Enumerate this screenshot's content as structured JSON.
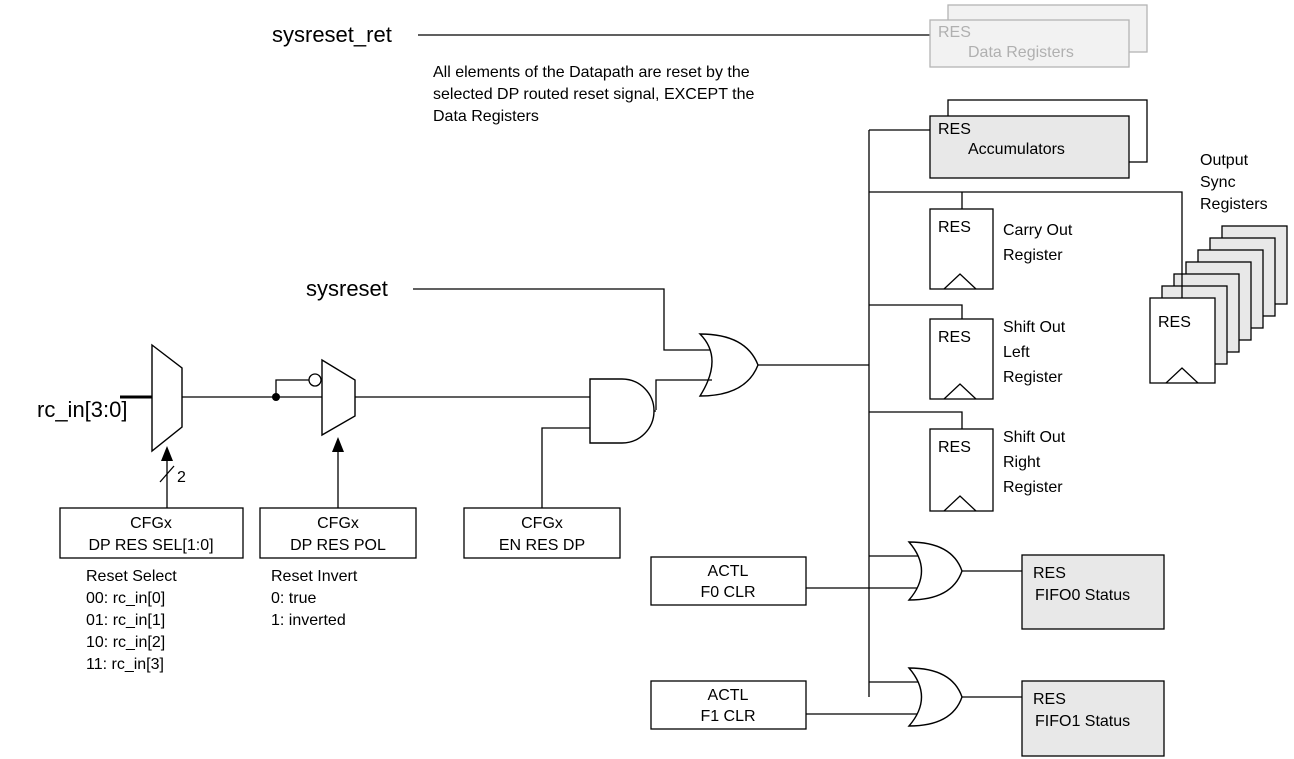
{
  "signals": {
    "sysreset_ret": "sysreset_ret",
    "sysreset": "sysreset",
    "rc_in": "rc_in[3:0]",
    "bus_width": "2"
  },
  "note": {
    "line1": "All elements of the Datapath are reset by the",
    "line2": "selected DP routed reset signal, EXCEPT the",
    "line3": "Data Registers"
  },
  "blocks": {
    "res_label": "RES",
    "data_registers": "Data Registers",
    "accumulators": "Accumulators",
    "output_sync": [
      "Output",
      "Sync",
      "Registers"
    ],
    "carry_out": [
      "Carry Out",
      "Register"
    ],
    "shift_left": [
      "Shift Out",
      "Left",
      "Register"
    ],
    "shift_right": [
      "Shift Out",
      "Right",
      "Register"
    ],
    "fifo0_status": "FIFO0 Status",
    "fifo1_status": "FIFO1 Status"
  },
  "config": {
    "res_sel": {
      "line1": "CFGx",
      "line2": "DP RES SEL[1:0]"
    },
    "res_pol": {
      "line1": "CFGx",
      "line2": "DP RES POL"
    },
    "en_res": {
      "line1": "CFGx",
      "line2": "EN RES DP"
    },
    "f0_clr": {
      "line1": "ACTL",
      "line2": "F0 CLR"
    },
    "f1_clr": {
      "line1": "ACTL",
      "line2": "F1 CLR"
    }
  },
  "legend": {
    "reset_select": [
      "Reset Select",
      "00: rc_in[0]",
      "01: rc_in[1]",
      "10: rc_in[2]",
      "11: rc_in[3]"
    ],
    "reset_invert": [
      "Reset Invert",
      "0: true",
      "1: inverted"
    ]
  }
}
